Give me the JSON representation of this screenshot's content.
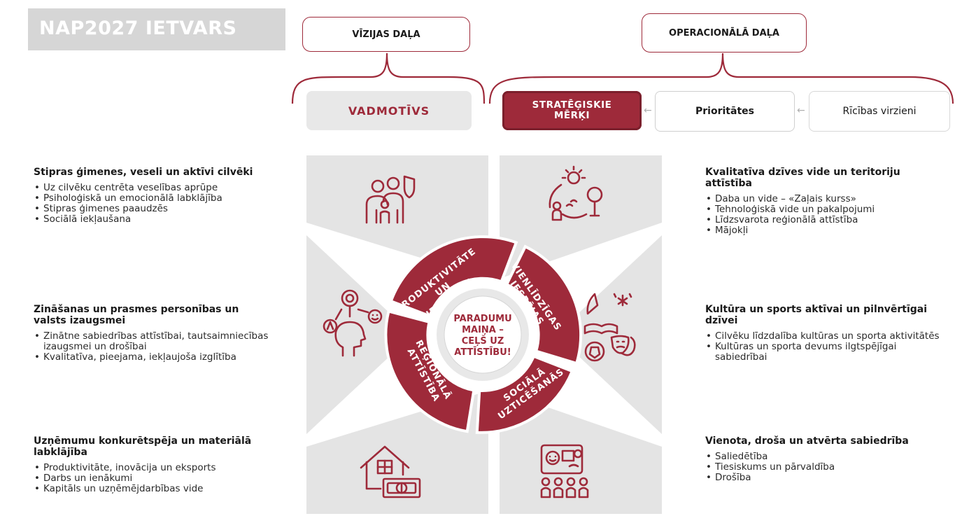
{
  "header": {
    "title": "NAP2027 IETVARS",
    "vision_part": "VĪZIJAS DAĻA",
    "operational_part": "OPERACIONĀLĀ DAĻA"
  },
  "tiles": {
    "vadmotivs": "VADMOTĪVS",
    "strategic_goals": "STRATĒĢISKIE MĒRĶI",
    "priorities": "Prioritātes",
    "action_lines": "Rīcības virzieni"
  },
  "wheel": {
    "center_line1": "PARADUMU",
    "center_line2": "MAIŅA –",
    "center_line3": "CEĻŠ UZ",
    "center_line4": "ATTĪSTĪBU!",
    "seg_productivity_1": "PRODUKTIVITĀTE",
    "seg_productivity_2": "UN",
    "seg_productivity_3": "IENĀKUMI",
    "seg_equal_1": "VIENLĪDZĪGAS",
    "seg_equal_2": "IESPĒJAS",
    "seg_social_1": "SOCIĀLĀ",
    "seg_social_2": "UZTICĒŠANĀS",
    "seg_regional_1": "REĢIONĀLĀ",
    "seg_regional_2": "ATTĪSTĪBA"
  },
  "priorities_left": [
    {
      "title": "Stipras ģimenes, veseli un aktīvi cilvēki",
      "items": [
        "Uz cilvēku centrēta veselības aprūpe",
        "Psiholoģiskā un emocionālā labklājība",
        "Stipras ģimenes paaudzēs",
        "Sociālā iekļaušana"
      ]
    },
    {
      "title": "Zināšanas un prasmes personības un valsts izaugsmei",
      "items": [
        "Zinātne sabiedrības attīstībai, tautsaimniecības izaugsmei un drošībai",
        "Kvalitatīva, pieejama, iekļaujoša izglītība"
      ]
    },
    {
      "title": "Uzņēmumu konkurētspēja un materiālā labklājība",
      "items": [
        "Produktivitāte, inovācija un eksports",
        "Darbs un ienākumi",
        "Kapitāls un uzņēmējdarbības vide"
      ]
    }
  ],
  "priorities_right": [
    {
      "title": "Kvalitatīva dzīves vide un teritoriju attīstība",
      "items": [
        "Daba un vide – «Zaļais kurss»",
        "Tehnoloģiskā vide un pakalpojumi",
        "Līdzsvarota reģionālā attīstība",
        "Mājokļi"
      ]
    },
    {
      "title": "Kultūra un sports aktīvai un pilnvērtīgai dzīvei",
      "items": [
        "Cilvēku līdzdalība kultūras un sporta aktivitātēs",
        "Kultūras un sporta devums ilgtspējīgai sabiedrībai"
      ]
    },
    {
      "title": "Vienota, droša un atvērta sabiedrība",
      "items": [
        "Saliedētība",
        "Tiesiskums un pārvaldība",
        "Drošība"
      ]
    }
  ],
  "colors": {
    "accent": "#9e2a3a",
    "panel": "#e4e4e4",
    "title_bg": "#d6d6d6"
  },
  "icons": [
    "family-icon",
    "nature-icon",
    "knowledge-icon",
    "culture-sport-icon",
    "house-money-icon",
    "community-icon"
  ]
}
